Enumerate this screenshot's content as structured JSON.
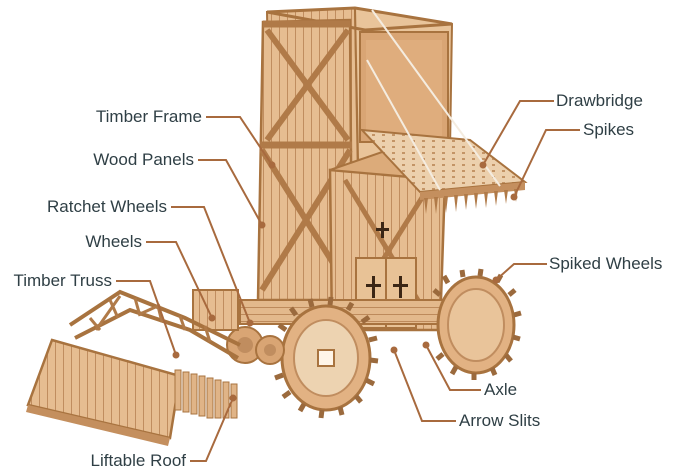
{
  "labels": {
    "timber_frame": "Timber Frame",
    "wood_panels": "Wood Panels",
    "ratchet_wheels": "Ratchet Wheels",
    "wheels": "Wheels",
    "timber_truss": "Timber Truss",
    "liftable_roof": "Liftable Roof",
    "drawbridge": "Drawbridge",
    "spikes": "Spikes",
    "spiked_wheels": "Spiked Wheels",
    "axle": "Axle",
    "arrow_slits": "Arrow Slits"
  },
  "colors": {
    "label_text": "#2f3f45",
    "leader_line": "#a86a3e",
    "wood_light": "#e9c49a",
    "wood_mid": "#d9a574",
    "wood_dark": "#b87c4a",
    "background": "#ffffff"
  }
}
